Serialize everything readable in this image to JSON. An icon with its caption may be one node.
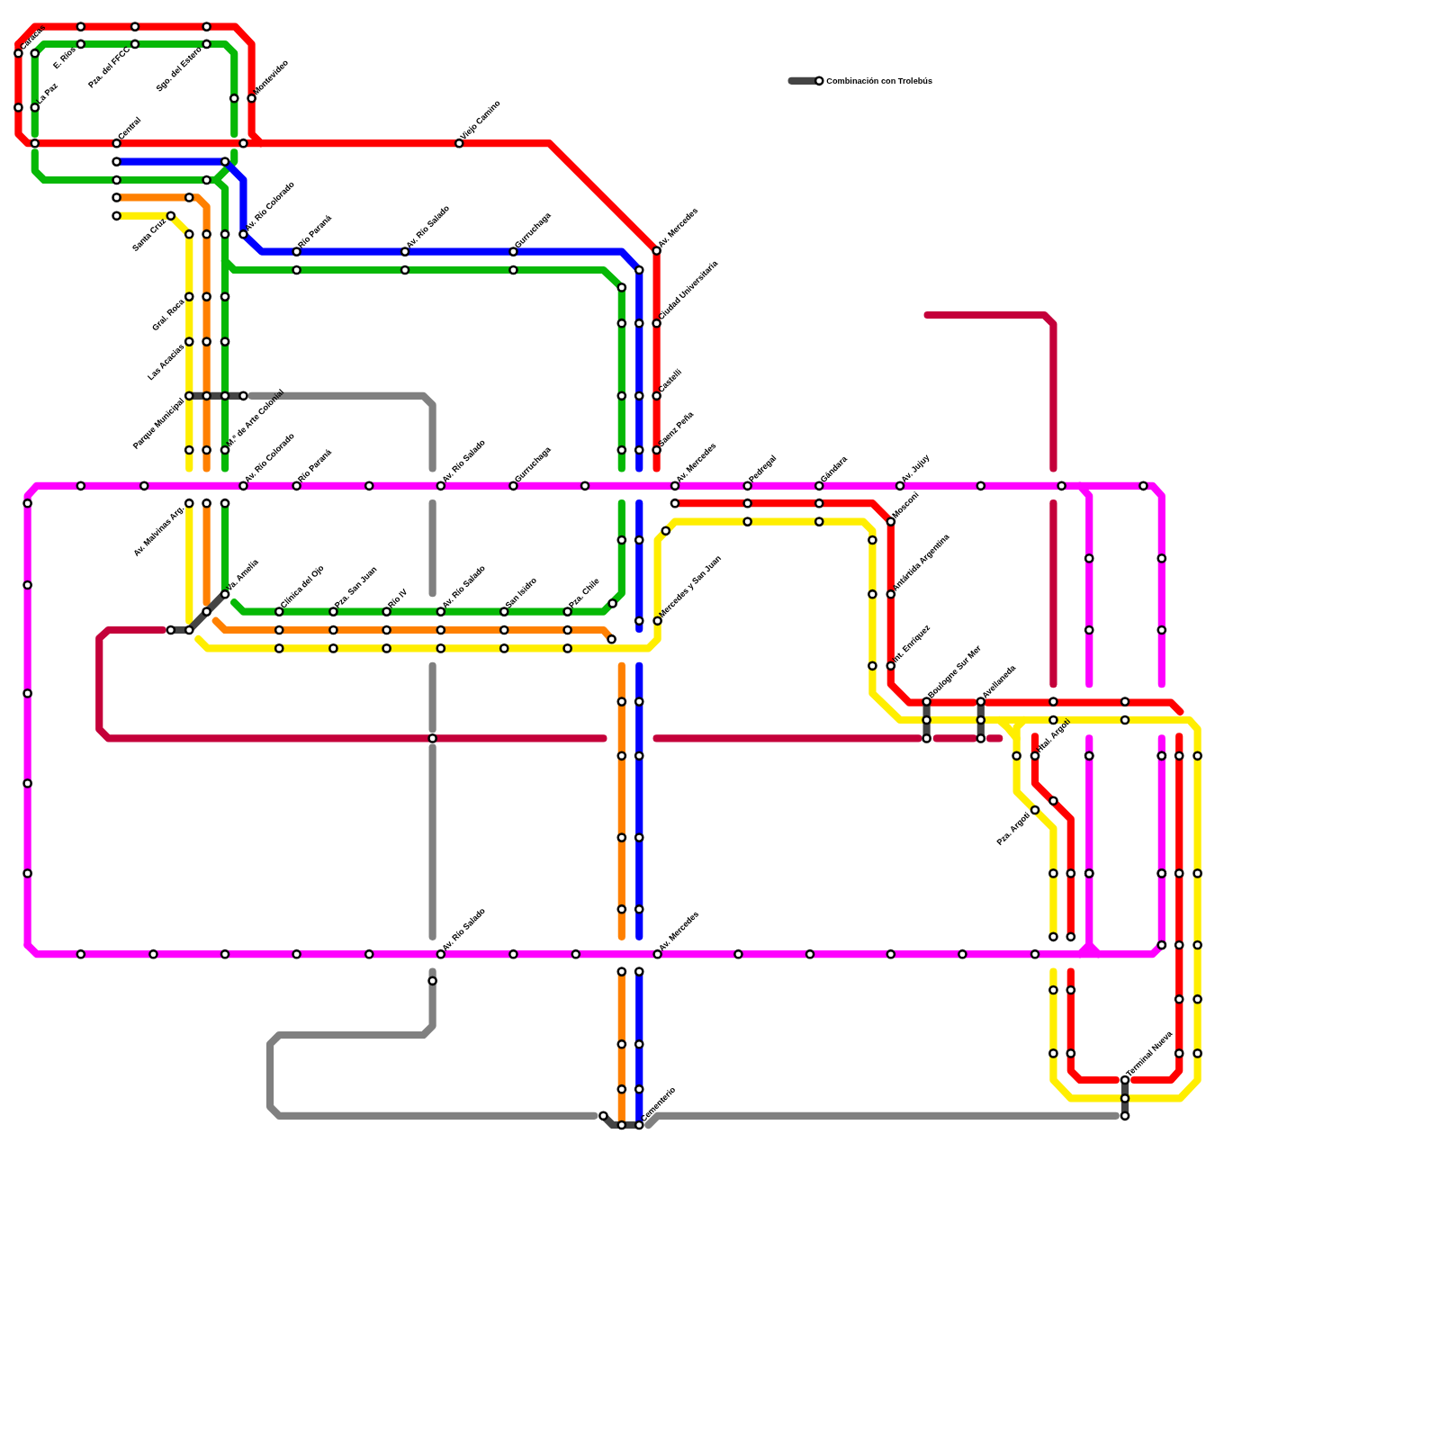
{
  "diagram": {
    "labels": [
      "Caracas",
      "E. Ríos",
      "Pza. del FFCC",
      "Sgo. del Estero",
      "Montevideo",
      "La Paz",
      "Central",
      "Viejo Camino",
      "Av. Río Colorado",
      "Santa Cruz",
      "Río Paraná",
      "Av. Río Salado",
      "Gurruchaga",
      "Av. Mercedes",
      "Ciudad Universitaria",
      "Gral. Roca",
      "Las Acacias",
      "Castelli",
      "Parque Municipal",
      "M.º de Arte Colonial",
      "Saenz Peña",
      "Av. Río Colorado",
      "Río Paraná",
      "Av. Río Salado",
      "Gurruchaga",
      "Av. Mercedes",
      "Pedregal",
      "Gándara",
      "Av. Jujuy",
      "Av. Malvinas Arg.",
      "Mosconi",
      "Va. Amelia",
      "Clínica del Ojo",
      "Pza. San Juan",
      "Río IV",
      "Av. Río Salado",
      "San Isidro",
      "Pza. Chile",
      "Mercedes y San Juan",
      "Antártida Argentina",
      "Int. Enríquez",
      "Boulogne Sur Mer",
      "Avellaneda",
      "Htal. Argoti",
      "Pza. Argoti",
      "Av. Río Salado",
      "Av. Mercedes",
      "Terminal Nueva",
      "Cementerio"
    ],
    "legend": [
      {
        "text": "Combinación con Trolebús"
      }
    ]
  }
}
